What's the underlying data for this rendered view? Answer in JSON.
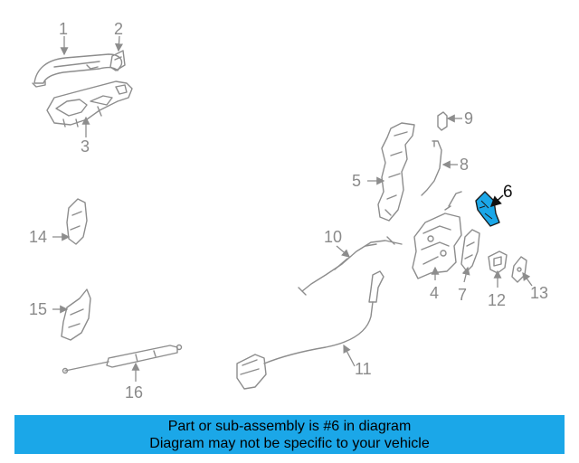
{
  "diagram": {
    "callouts": {
      "c1": "1",
      "c2": "2",
      "c3": "3",
      "c4": "4",
      "c5": "5",
      "c6": "6",
      "c7": "7",
      "c8": "8",
      "c9": "9",
      "c10": "10",
      "c11": "11",
      "c12": "12",
      "c13": "13",
      "c14": "14",
      "c15": "15",
      "c16": "16"
    },
    "highlight_color": "#1ba7e8",
    "line_color": "#8d8d8d"
  },
  "banner": {
    "line1": "Part or sub-assembly is #6 in diagram",
    "line2": "Diagram may not be specific to your vehicle",
    "background": "#1ba7e8"
  }
}
